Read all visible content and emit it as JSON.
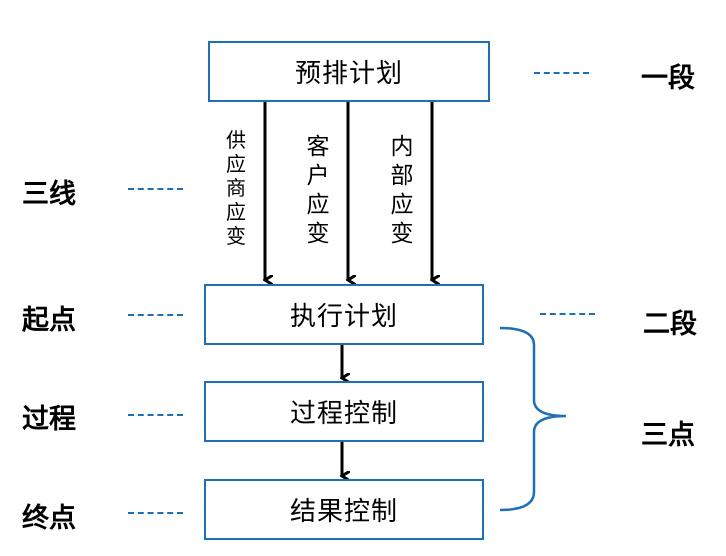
{
  "boxes": {
    "pre_plan": "预排计划",
    "execute_plan": "执行计划",
    "process_control": "过程控制",
    "result_control": "结果控制"
  },
  "arrow_labels": {
    "supplier": "供应商应变",
    "customer": "客户应变",
    "internal": "内部应变"
  },
  "left_labels": {
    "three_lines": "三线",
    "start_point": "起点",
    "process": "过程",
    "end_point": "终点"
  },
  "right_labels": {
    "stage_one": "一段",
    "stage_two": "二段",
    "three_points": "三点"
  },
  "colors": {
    "accent": "#1f6fb5",
    "arrow": "#000000"
  }
}
